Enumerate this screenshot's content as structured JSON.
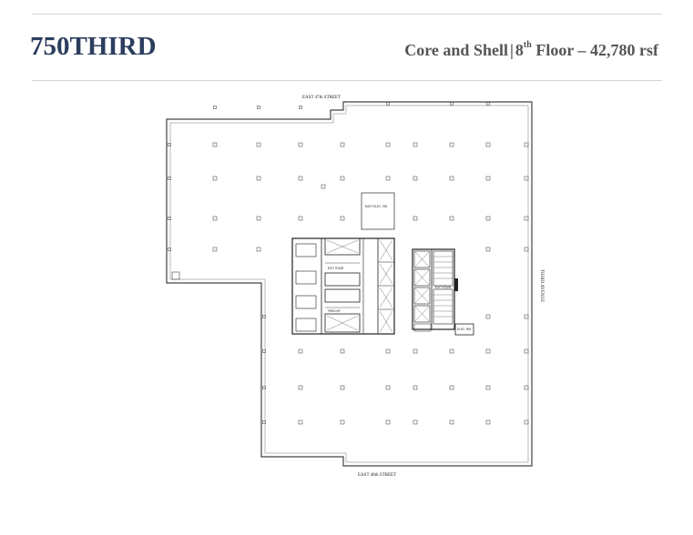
{
  "header": {
    "brand": "750THIRD",
    "subtitle_prefix": "Core and Shell",
    "separator": "|",
    "floor_number": "8",
    "floor_suffix": "th",
    "floor_word": "Floor",
    "area": "– 42,780 rsf"
  },
  "plan": {
    "street_north": "EAST 47th STREET",
    "street_south": "EAST 46th STREET",
    "avenue_east": "THIRD AVENUE",
    "core_labels": {
      "elec_room_north": "EAST ELEC. RM",
      "elec_room_east": "ELEC. RM",
      "stair_a": "EXIT STAIR",
      "stair_b": "EXIT STAIR",
      "freight": "FREIGHT"
    }
  },
  "colors": {
    "brand": "#2c3e5e",
    "subtitle": "#555555",
    "rule": "#d4d4d4",
    "plan_line": "#444444"
  }
}
